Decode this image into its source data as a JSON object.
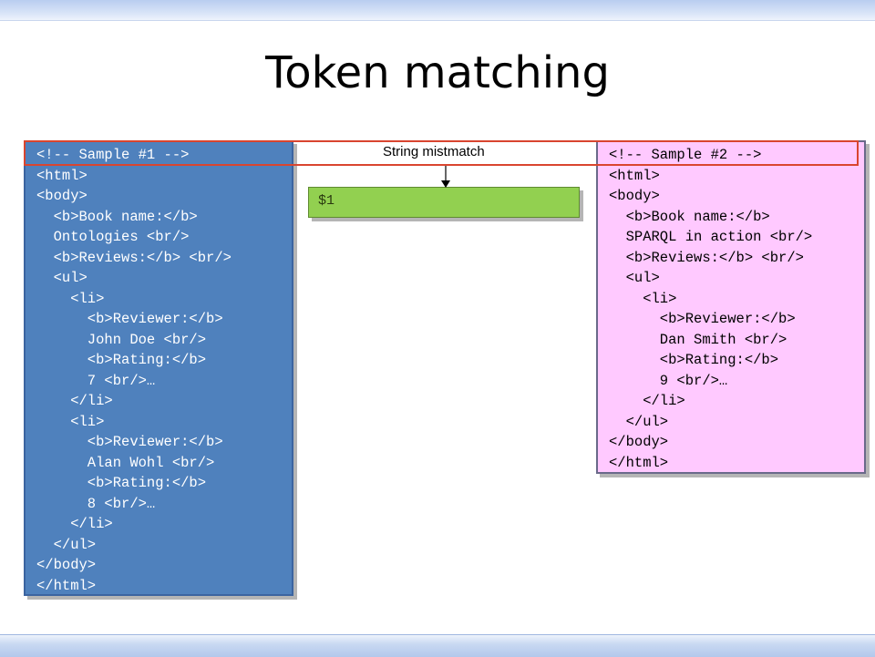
{
  "slide": {
    "title": "Token matching"
  },
  "sample1": {
    "lines": [
      "<!-- Sample #1 -->",
      "<html>",
      "<body>",
      "  <b>Book name:</b>",
      "  Ontologies <br/>",
      "  <b>Reviews:</b> <br/>",
      "  <ul>",
      "    <li>",
      "      <b>Reviewer:</b>",
      "      John Doe <br/>",
      "      <b>Rating:</b>",
      "      7 <br/>…",
      "    </li>",
      "    <li>",
      "      <b>Reviewer:</b>",
      "      Alan Wohl <br/>",
      "      <b>Rating:</b>",
      "      8 <br/>…",
      "    </li>",
      "  </ul>",
      "</body>",
      "</html>"
    ]
  },
  "sample2": {
    "lines": [
      "<!-- Sample #2 -->",
      "<html>",
      "<body>",
      "  <b>Book name:</b>",
      "  SPARQL in action <br/>",
      "  <b>Reviews:</b> <br/>",
      "  <ul>",
      "    <li>",
      "      <b>Reviewer:</b>",
      "      Dan Smith <br/>",
      "      <b>Rating:</b>",
      "      9 <br/>…",
      "    </li>",
      "  </ul>",
      "</body>",
      "</html>"
    ]
  },
  "wrapper": {
    "variable": "$1"
  },
  "annotation": {
    "mismatch_label": "String mistmatch"
  },
  "colors": {
    "sample1_fill": "#4f81bd",
    "sample2_fill": "#ffc9ff",
    "wrapper_fill": "#92d050",
    "highlight_stroke": "#d9452f"
  }
}
